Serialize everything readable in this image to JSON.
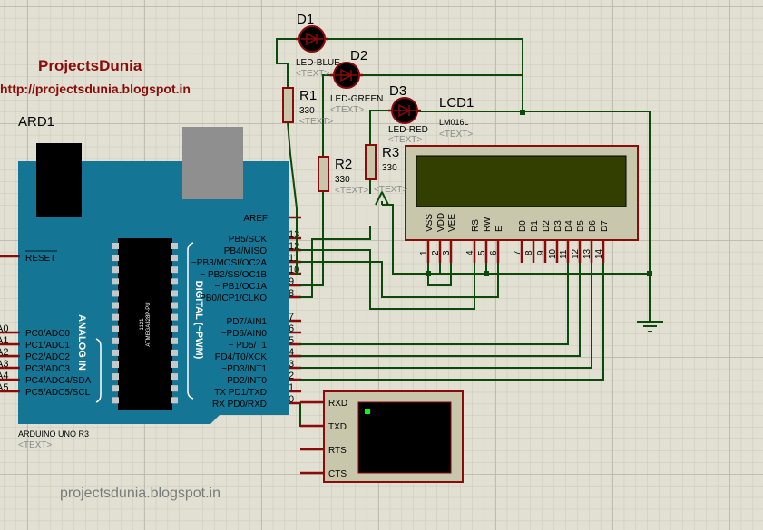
{
  "header": {
    "title": "ProjectsDunia",
    "url": "http://projectsdunia.blogspot.in"
  },
  "footer": {
    "watermark": "projectsdunia.blogspot.in"
  },
  "colors": {
    "background": "#e1e0d2",
    "wire": "#0b4a0b",
    "pin": "#8b0a0a",
    "board": "#157594",
    "title": "#8b0a0a",
    "lcd_screen": "#333f00",
    "terminal_cursor": "#00ff00"
  },
  "arduino": {
    "ref": "ARD1",
    "name": "ARDUINO UNO R3",
    "text": "<TEXT>",
    "chip_line1": "1121",
    "chip_line2": "ATMEGA328P-PU",
    "digital_label": "DIGITAL (~PWM)",
    "analog_label": "ANALOG IN",
    "reset": "RESET",
    "aref": "AREF",
    "digital_pins": [
      {
        "name": "PB5/SCK",
        "num": "13"
      },
      {
        "name": "PB4/MISO",
        "num": "12"
      },
      {
        "name": "~PB3/MOSI/OC2A",
        "num": "11"
      },
      {
        "name": "~ PB2/SS/OC1B",
        "num": "10"
      },
      {
        "name": "~ PB1/OC1A",
        "num": "9"
      },
      {
        "name": "PB0/ICP1/CLKO",
        "num": "8"
      },
      {
        "name": "PD7/AIN1",
        "num": "7"
      },
      {
        "name": "~PD6/AIN0",
        "num": "6"
      },
      {
        "name": "~      PD5/T1",
        "num": "5"
      },
      {
        "name": "PD4/T0/XCK",
        "num": "4"
      },
      {
        "name": "~PD3/INT1",
        "num": "3"
      },
      {
        "name": "PD2/INT0",
        "num": "2"
      },
      {
        "name": "TX  PD1/TXD",
        "num": "1"
      },
      {
        "name": "RX  PD0/RXD",
        "num": "0"
      }
    ],
    "analog_pins": [
      {
        "name": "PC0/ADC0",
        "num": "A0"
      },
      {
        "name": "PC1/ADC1",
        "num": "A1"
      },
      {
        "name": "PC2/ADC2",
        "num": "A2"
      },
      {
        "name": "PC3/ADC3",
        "num": "A3"
      },
      {
        "name": "PC4/ADC4/SDA",
        "num": "A4"
      },
      {
        "name": "PC5/ADC5/SCL",
        "num": "A5"
      }
    ]
  },
  "leds": [
    {
      "ref": "D1",
      "type": "LED-BLUE",
      "text": "<TEXT>"
    },
    {
      "ref": "D2",
      "type": "LED-GREEN",
      "text": "<TEXT>"
    },
    {
      "ref": "D3",
      "type": "LED-RED",
      "text": "<TEXT>"
    }
  ],
  "resistors": [
    {
      "ref": "R1",
      "value": "330",
      "text": "<TEXT>"
    },
    {
      "ref": "R2",
      "value": "330",
      "text": "<TEXT>"
    },
    {
      "ref": "R3",
      "value": "330",
      "text": "<TEXT>"
    }
  ],
  "lcd": {
    "ref": "LCD1",
    "model": "LM016L",
    "text": "<TEXT>",
    "pins": [
      {
        "name": "VSS",
        "num": "1"
      },
      {
        "name": "VDD",
        "num": "2"
      },
      {
        "name": "VEE",
        "num": "3"
      },
      {
        "name": "RS",
        "num": "4"
      },
      {
        "name": "RW",
        "num": "5"
      },
      {
        "name": "E",
        "num": "6"
      },
      {
        "name": "D0",
        "num": "7"
      },
      {
        "name": "D1",
        "num": "8"
      },
      {
        "name": "D2",
        "num": "9"
      },
      {
        "name": "D3",
        "num": "10"
      },
      {
        "name": "D4",
        "num": "11"
      },
      {
        "name": "D5",
        "num": "12"
      },
      {
        "name": "D6",
        "num": "13"
      },
      {
        "name": "D7",
        "num": "14"
      }
    ]
  },
  "terminal": {
    "pins": [
      "RXD",
      "TXD",
      "RTS",
      "CTS"
    ]
  }
}
